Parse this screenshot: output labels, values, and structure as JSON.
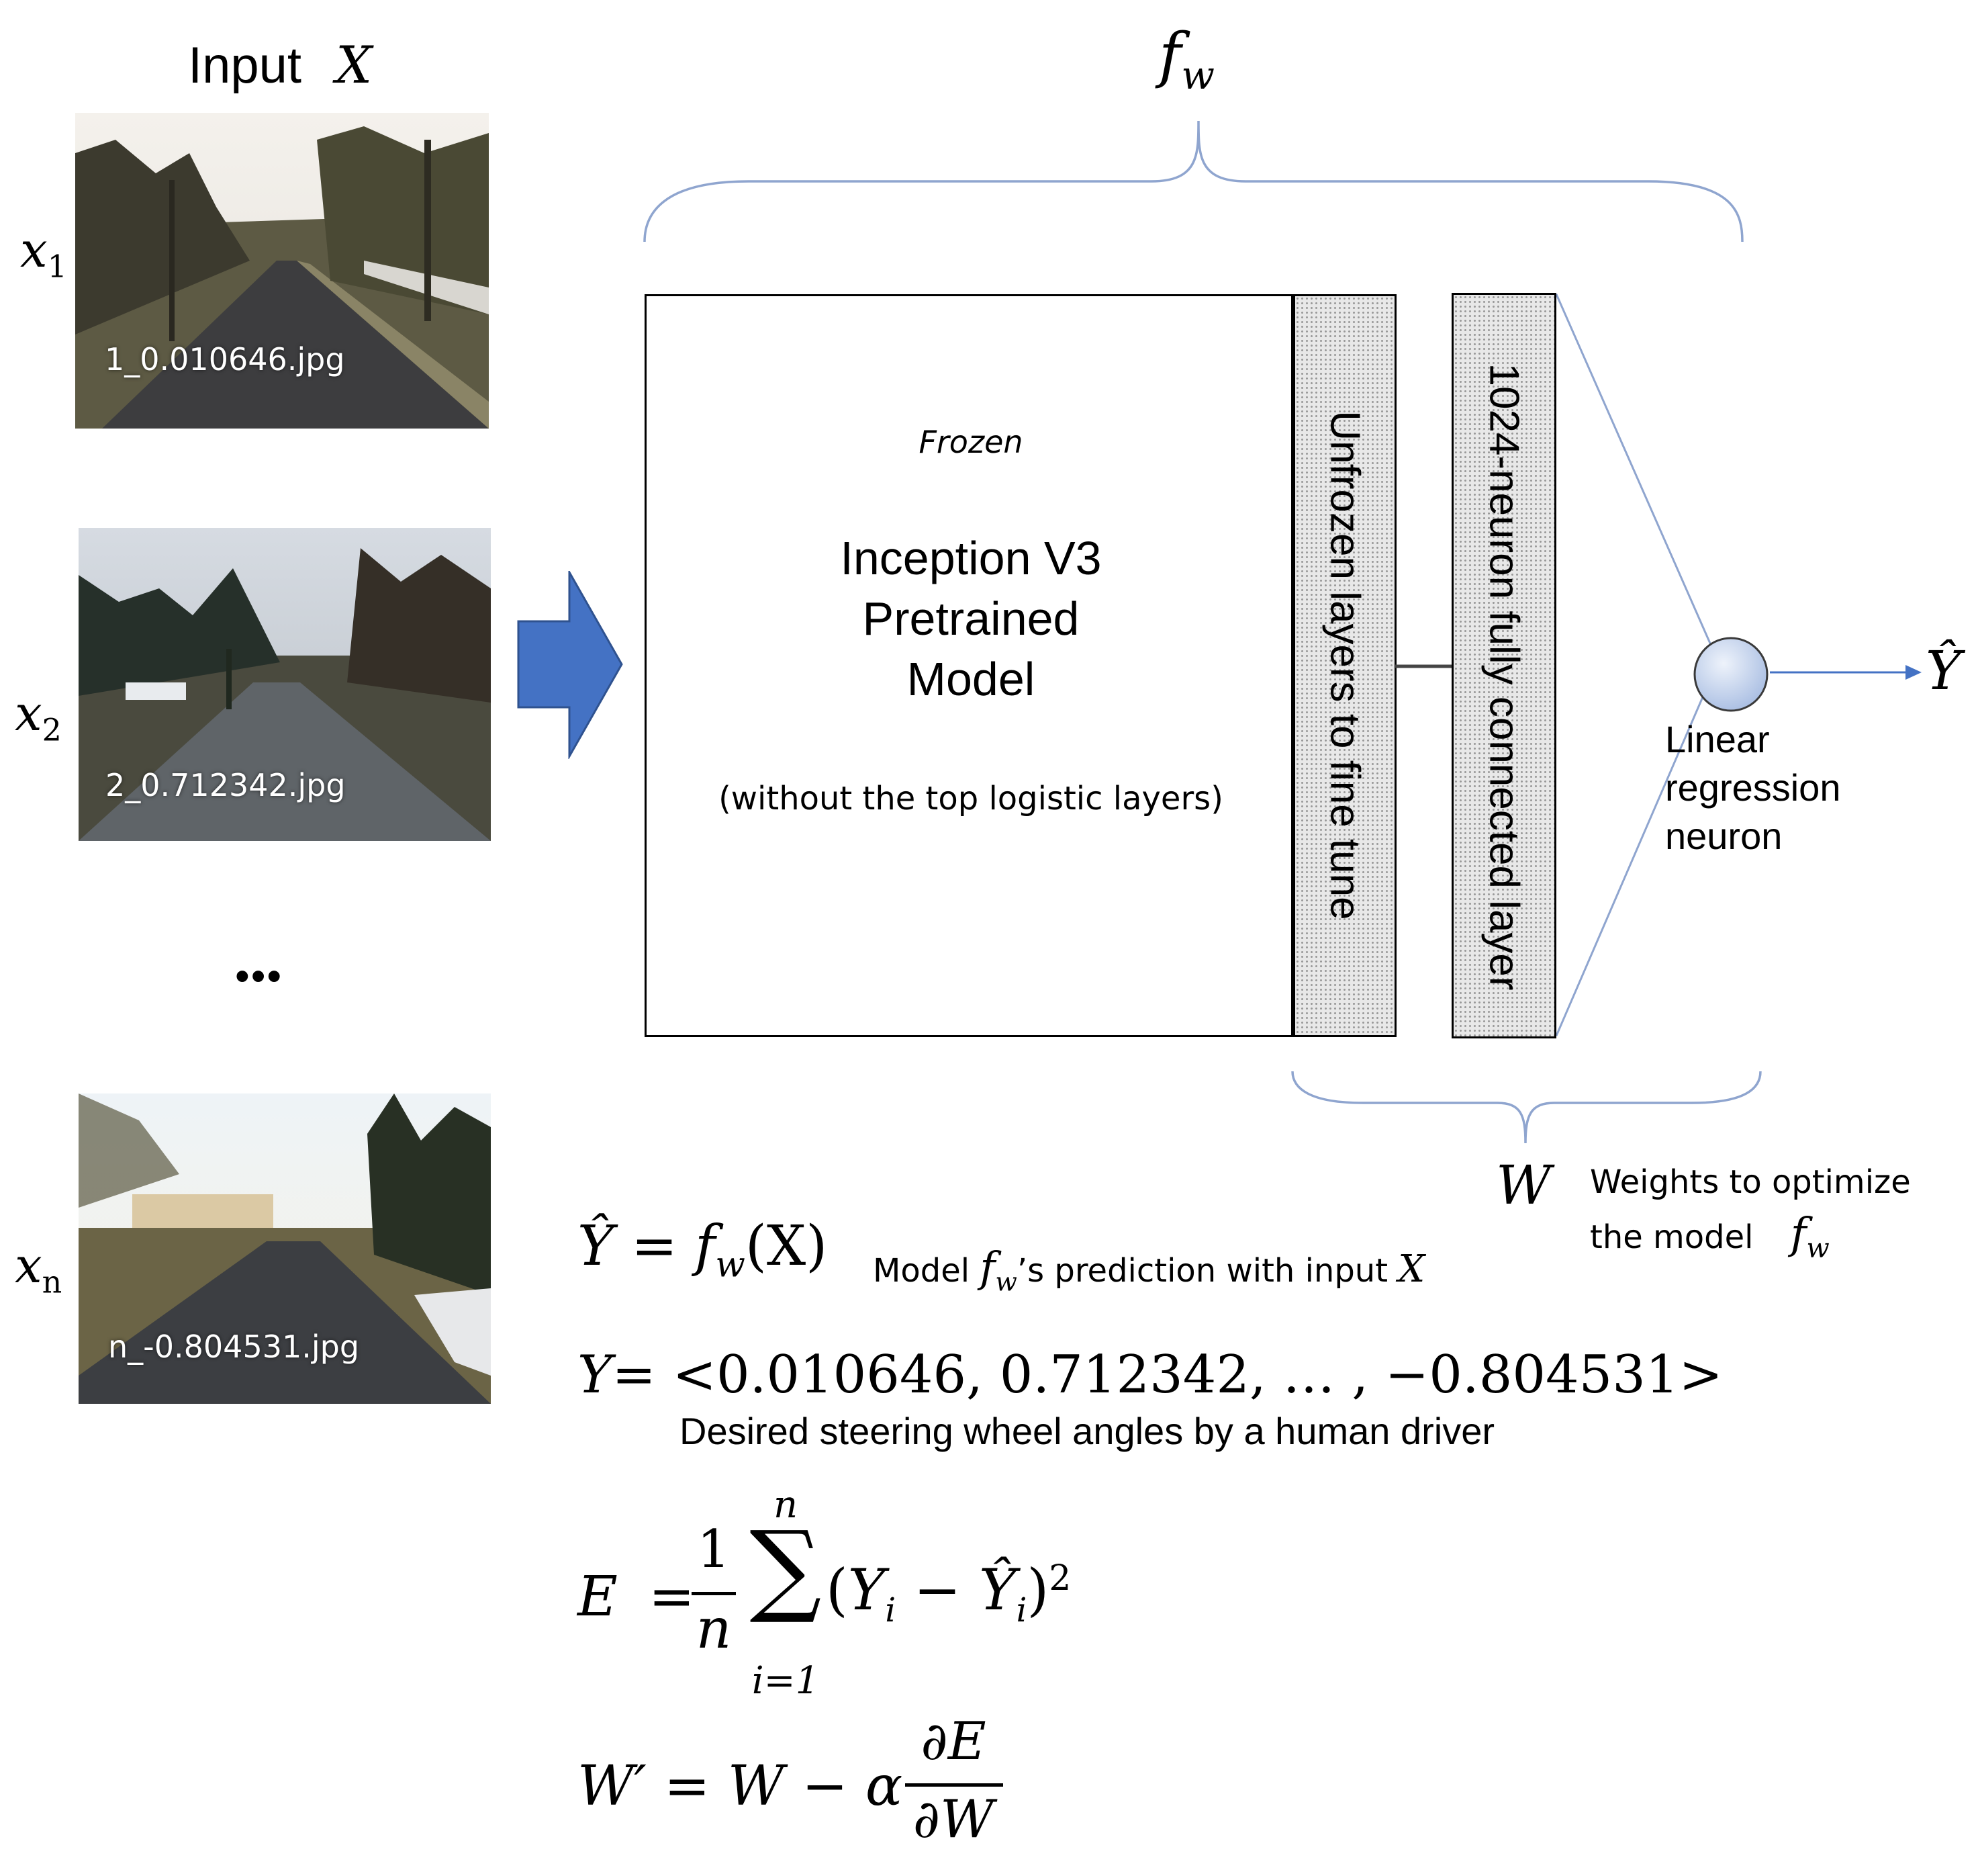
{
  "input_header": {
    "label": "Input",
    "var": "X"
  },
  "inputs": [
    {
      "var": "x",
      "sub": "1",
      "filename": "1_0.010646.jpg"
    },
    {
      "var": "x",
      "sub": "2",
      "filename": "2_0.712342.jpg"
    },
    {
      "ellipsis": "•••"
    },
    {
      "var": "x",
      "sub": "n",
      "filename": "n_-0.804531.jpg"
    }
  ],
  "top_brace": {
    "f": "f",
    "sub": "w"
  },
  "frozen_box": {
    "tag": "Frozen",
    "title_line1": "Inception V3",
    "title_line2": "Pretrained",
    "title_line3": "Model",
    "subtitle": "(without the top logistic layers)"
  },
  "unfrozen_layer": {
    "label": "Unfrozen layers to fine tune"
  },
  "dense_layer": {
    "label": "1024-neuron fully connected layer"
  },
  "output_neuron": {
    "label_line1": "Linear",
    "label_line2": "regression",
    "label_line3": "neuron",
    "output": "Ŷ"
  },
  "bottom_brace": {
    "var": "W",
    "note_line1": "Weights to optimize",
    "note_line2": "the model",
    "f": "f",
    "sub": "w"
  },
  "eq_prediction": {
    "lhs": "Ŷ",
    "eq": "=",
    "f": "f",
    "sub": "w",
    "arg": "(X)",
    "note_pre": "Model",
    "note_f": "f",
    "note_sub": "w",
    "note_post": "’s prediction with input",
    "note_var": "X"
  },
  "eq_target": {
    "lhs": "Y",
    "rhs": "= <0.010646,  0.712342, … , −0.804531>",
    "note": "Desired steering wheel angles by a human driver"
  },
  "eq_error": {
    "lhs": "E",
    "eq": "=",
    "num": "1",
    "den": "n",
    "sigma": "∑",
    "upper": "n",
    "lower": "i=1",
    "body": "(Y",
    "sub_i": "i",
    "minus": " − ",
    "yhat": "Ŷ",
    "close": ")",
    "power": "2"
  },
  "eq_update": {
    "lhs": "W′",
    "rhs": "= W − α",
    "num": "∂E",
    "den": "∂W"
  },
  "colors": {
    "arrow": "#4472c4",
    "bracket": "#8fa5cf",
    "neuron_fill": "#c9d6ef",
    "neuron_edge": "#3a3a3a"
  }
}
